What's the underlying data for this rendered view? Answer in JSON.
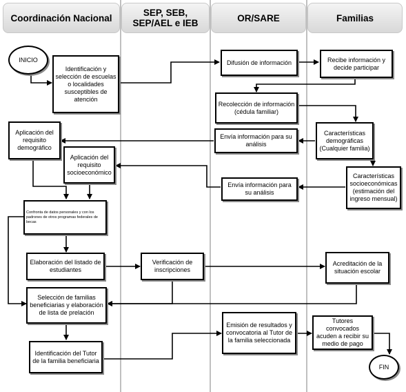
{
  "lanes": {
    "coord": "Coordinación Nacional",
    "sep": "SEP, SEB, SEP/AEL e IEB",
    "or": "OR/SARE",
    "fam": "Familias"
  },
  "nodes": {
    "inicio": "INICIO",
    "identificacion": "Identificación y selección de escuelas o localidades susceptibles de atención",
    "difusion": "Difusión de información",
    "recibe": "Recibe información y decide participar",
    "recoleccion": "Recolección de información (cédula familiar)",
    "aplic_demo": "Aplicación del requisito demográfico",
    "envia1": "Envía información para su análisis",
    "caract_demo": "Características demográficas (Cualquier familia)",
    "aplic_socio": "Aplicación del requisito socioeconómico",
    "caract_socio": "Características socioeconómicas (estimación del ingreso mensual)",
    "envia2": "Envía información para su análisis",
    "confronta": "Confronta de datos personales y con los padrones de otros programas federales de becas",
    "elaboracion": "Elaboración del listado de estudiantes",
    "verificacion": "Verificación de inscripciones",
    "acreditacion": "Acreditación de la situación escolar",
    "seleccion": "Selección de familias beneficiarias y elaboración de lista de prelación",
    "identif_tutor": "Identificación del Tutor de la familia beneficiaria",
    "emision": "Emisión de resultados y convocatoria al Tutor de la familia seleccionada",
    "tutores": "Tutores convocados acuden a recibir su medio de pago",
    "fin": "FIN"
  }
}
